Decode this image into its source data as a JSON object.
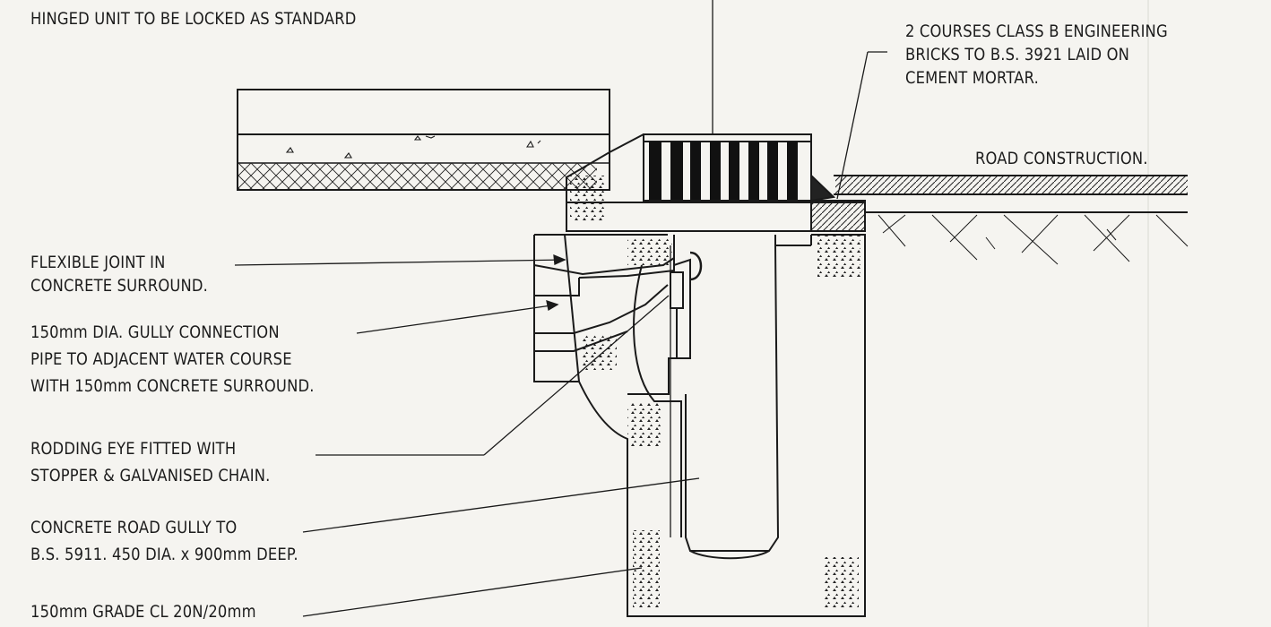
{
  "notes": {
    "hinged_unit": "HINGED UNIT TO BE LOCKED AS STANDARD",
    "bricks_line1": "2 COURSES CLASS B ENGINEERING",
    "bricks_line2": "BRICKS TO B.S. 3921 LAID ON",
    "bricks_line3": "CEMENT MORTAR.",
    "road_construction": "ROAD CONSTRUCTION.",
    "flex_joint_line1": "FLEXIBLE JOINT IN",
    "flex_joint_line2": "CONCRETE SURROUND.",
    "gully_conn_line1": "150mm DIA. GULLY CONNECTION",
    "gully_conn_line2": "PIPE TO ADJACENT WATER COURSE",
    "gully_conn_line3": "WITH 150mm CONCRETE SURROUND.",
    "rodding_line1": "RODDING EYE FITTED WITH",
    "rodding_line2": "STOPPER & GALVANISED CHAIN.",
    "gully_line1": "CONCRETE ROAD GULLY TO",
    "gully_line2": "B.S. 5911. 450 DIA. x 900mm DEEP.",
    "grade_line1": "150mm GRADE CL 20N/20mm"
  },
  "colors": {
    "paper": "#f5f4f0",
    "ink": "#1c1c1c"
  }
}
